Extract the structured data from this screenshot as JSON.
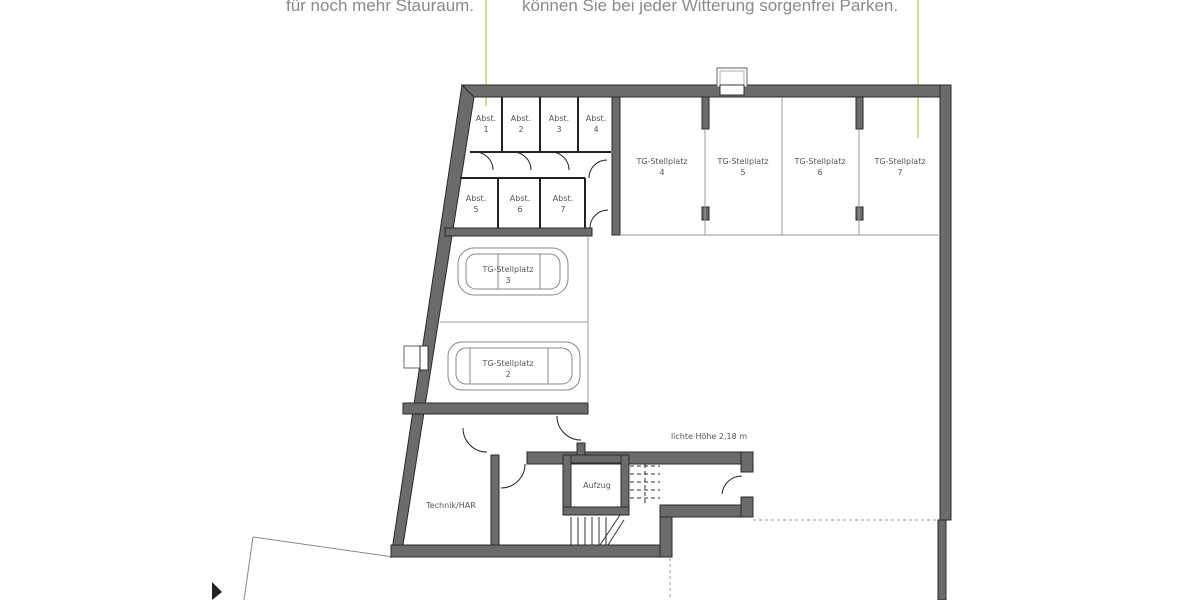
{
  "captions": {
    "left": "für noch mehr Stauraum.",
    "right": "können Sie bei jeder Witterung sorgenfrei Parken."
  },
  "colors": {
    "wall": "#6b6b6b",
    "wall_outline": "#2a2a2a",
    "leader_line": "#b5c93a",
    "text": "#8a8a8a",
    "room_text": "#555555"
  },
  "storage_rooms": [
    {
      "label": "Abst.",
      "number": "1"
    },
    {
      "label": "Abst.",
      "number": "2"
    },
    {
      "label": "Abst.",
      "number": "3"
    },
    {
      "label": "Abst.",
      "number": "4"
    },
    {
      "label": "Abst.",
      "number": "5"
    },
    {
      "label": "Abst.",
      "number": "6"
    },
    {
      "label": "Abst.",
      "number": "7"
    }
  ],
  "parking_spaces": [
    {
      "label": "TG-Stellplatz",
      "number": "2"
    },
    {
      "label": "TG-Stellplatz",
      "number": "3"
    },
    {
      "label": "TG-Stellplatz",
      "number": "4"
    },
    {
      "label": "TG-Stellplatz",
      "number": "5"
    },
    {
      "label": "TG-Stellplatz",
      "number": "6"
    },
    {
      "label": "TG-Stellplatz",
      "number": "7"
    }
  ],
  "rooms": {
    "technik": "Technik/HAR",
    "elevator": "Aufzug"
  },
  "annotations": {
    "clear_height": "lichte Höhe 2,18 m"
  }
}
